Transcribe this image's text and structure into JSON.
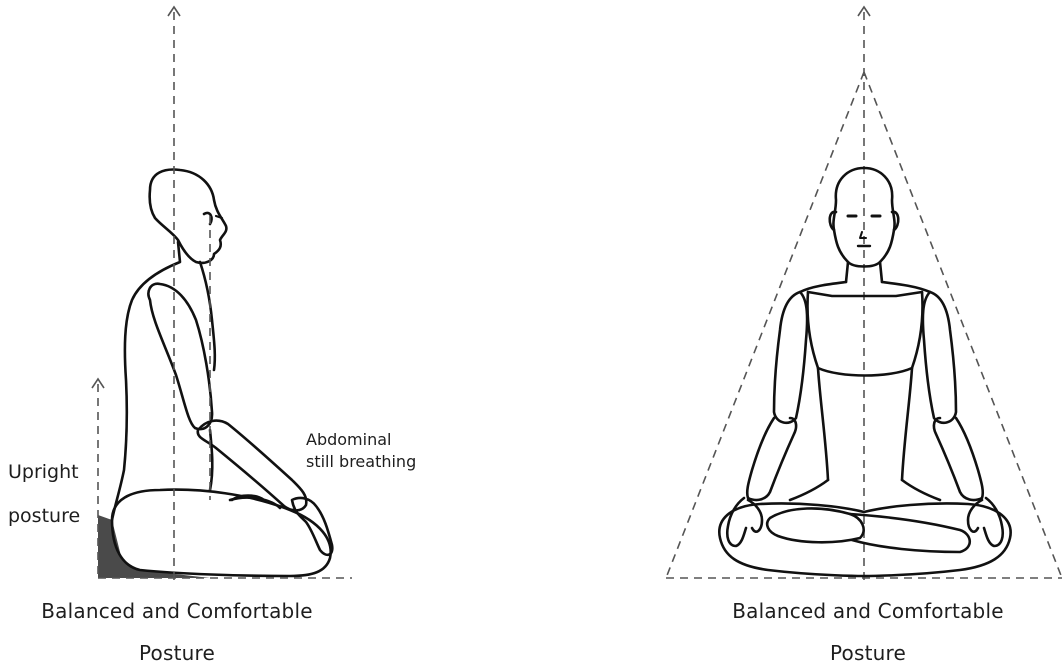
{
  "left_figure": {
    "label_upright_line1": "Upright",
    "label_upright_line2": "posture",
    "label_abdominal_line1": "Abdominal",
    "label_abdominal_line2": "still breathing",
    "caption_line1": "Balanced and Comfortable",
    "caption_line2": "Posture"
  },
  "right_figure": {
    "caption_line1": "Balanced and Comfortable",
    "caption_line2": "Posture"
  },
  "colors": {
    "line": "#111111",
    "guide": "#555555",
    "cushion": "#4a4a4a"
  }
}
